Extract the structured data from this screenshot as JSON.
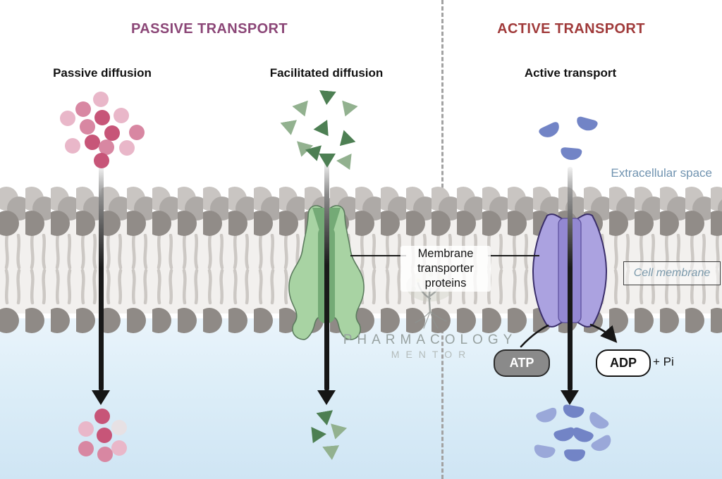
{
  "header": {
    "passive_title": "PASSIVE TRANSPORT",
    "active_title": "ACTIVE TRANSPORT"
  },
  "columns": [
    {
      "label": "Passive diffusion"
    },
    {
      "label": "Facilitated diffusion"
    },
    {
      "label": "Active transport"
    }
  ],
  "labels": {
    "extracellular_space": "Extracellular space",
    "cell_membrane": "Cell membrane",
    "membrane_transporter": "Membrane transporter proteins"
  },
  "energy": {
    "atp": "ATP",
    "adp": "ADP",
    "phosphate": "+ Pi"
  },
  "watermark": {
    "line1": "PHARMACOLOGY",
    "line2": "MENTOR"
  },
  "colors": {
    "passive_title": "#8b4677",
    "active_title": "#a03a3a",
    "extracellular_label": "#7093b0",
    "cell_membrane_label": "#7b99ab",
    "membrane_head": "#8f8a86",
    "membrane_tail_bg": "#f2f0ee",
    "cytoplasm_top": "#e9f4fb",
    "cytoplasm_bottom": "#cfe5f4",
    "passive_molecule_dark": "#c75578",
    "passive_molecule_light": "#e9b7c9",
    "facilitated_molecule_dark": "#4d7f53",
    "facilitated_molecule_light": "#92b18f",
    "active_molecule": "#7284c6",
    "facilitated_protein": "#a8d3a3",
    "facilitated_protein_channel": "#74aa76",
    "active_protein": "#aba2e0",
    "active_protein_channel": "#9388d2",
    "atp_pill": "#8a8a8a",
    "arrow": "#151515"
  },
  "molecules": {
    "passive_top": {
      "type": "dot",
      "items": [
        [
          143,
          141,
          "light",
          0
        ],
        [
          118,
          155,
          "med",
          0
        ],
        [
          96,
          168,
          "light",
          0
        ],
        [
          145,
          167,
          "dark",
          0
        ],
        [
          172,
          164,
          "light",
          0
        ],
        [
          124,
          180,
          "med",
          0
        ],
        [
          159,
          189,
          "dark",
          0
        ],
        [
          194,
          188,
          "med",
          0
        ],
        [
          103,
          207,
          "light",
          0
        ],
        [
          131,
          202,
          "dark",
          0
        ],
        [
          151,
          209,
          "med",
          0
        ],
        [
          180,
          210,
          "light",
          0
        ],
        [
          144,
          228,
          "dark",
          0
        ]
      ]
    },
    "passive_bottom": {
      "type": "dot",
      "items": [
        [
          145,
          591,
          "dark",
          0
        ],
        [
          122,
          609,
          "light",
          0
        ],
        [
          169,
          607,
          "pale",
          0
        ],
        [
          148,
          618,
          "dark",
          0
        ],
        [
          122,
          637,
          "med",
          0
        ],
        [
          169,
          636,
          "light",
          0
        ],
        [
          149,
          645,
          "med",
          0
        ]
      ]
    },
    "facilitated_top": {
      "type": "tri",
      "items": [
        [
          464,
          139,
          "dark",
          5
        ],
        [
          429,
          156,
          "light",
          -20
        ],
        [
          493,
          156,
          "light",
          20
        ],
        [
          411,
          182,
          "light",
          -10
        ],
        [
          460,
          185,
          "dark",
          -35
        ],
        [
          489,
          200,
          "dark",
          45
        ],
        [
          430,
          213,
          "light",
          15
        ],
        [
          447,
          219,
          "dark",
          -15
        ],
        [
          464,
          228,
          "dark",
          0
        ],
        [
          492,
          232,
          "light",
          -25
        ]
      ]
    },
    "facilitated_bottom": {
      "type": "tri",
      "items": [
        [
          462,
          594,
          "dark",
          -10
        ],
        [
          448,
          620,
          "dark",
          25
        ],
        [
          478,
          614,
          "light",
          15
        ],
        [
          470,
          643,
          "light",
          -5
        ]
      ]
    },
    "active_top": {
      "type": "bean",
      "items": [
        [
          780,
          185,
          "med",
          -25
        ],
        [
          832,
          176,
          "med",
          15
        ],
        [
          810,
          218,
          "med",
          5
        ]
      ]
    },
    "active_bottom": {
      "type": "bean",
      "items": [
        [
          776,
          590,
          "light",
          -20
        ],
        [
          813,
          584,
          "med",
          10
        ],
        [
          848,
          598,
          "light",
          35
        ],
        [
          801,
          617,
          "med",
          -15
        ],
        [
          826,
          618,
          "med",
          20
        ],
        [
          854,
          630,
          "light",
          -30
        ],
        [
          772,
          641,
          "light",
          10
        ],
        [
          815,
          646,
          "med",
          0
        ]
      ]
    }
  }
}
